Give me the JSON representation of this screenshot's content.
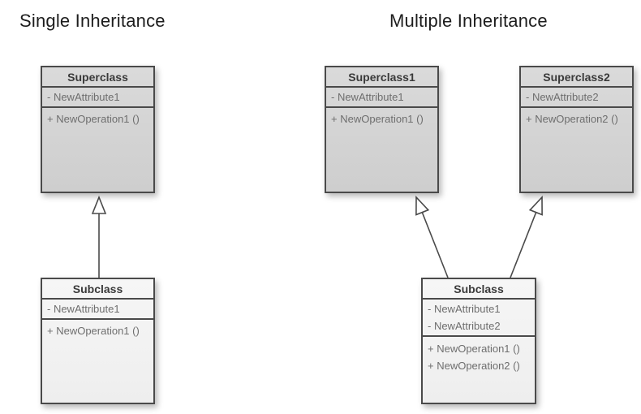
{
  "diagrams": [
    {
      "title": "Single Inheritance",
      "classes": [
        {
          "name": "Superclass",
          "attributes": [
            "- NewAttribute1"
          ],
          "operations": [
            "+ NewOperation1 ()"
          ]
        },
        {
          "name": "Subclass",
          "attributes": [
            "- NewAttribute1"
          ],
          "operations": [
            "+ NewOperation1 ()"
          ]
        }
      ],
      "relations": [
        {
          "type": "generalization",
          "from": "Subclass",
          "to": "Superclass"
        }
      ]
    },
    {
      "title": "Multiple Inheritance",
      "classes": [
        {
          "name": "Superclass1",
          "attributes": [
            "- NewAttribute1"
          ],
          "operations": [
            "+ NewOperation1 ()"
          ]
        },
        {
          "name": "Superclass2",
          "attributes": [
            "- NewAttribute2"
          ],
          "operations": [
            "+ NewOperation2 ()"
          ]
        },
        {
          "name": "Subclass",
          "attributes": [
            "- NewAttribute1",
            "- NewAttribute2"
          ],
          "operations": [
            "+ NewOperation1 ()",
            "+ NewOperation2 ()"
          ]
        }
      ],
      "relations": [
        {
          "type": "generalization",
          "from": "Subclass",
          "to": "Superclass1"
        },
        {
          "type": "generalization",
          "from": "Subclass",
          "to": "Superclass2"
        }
      ]
    }
  ],
  "colors": {
    "border": "#4a4a4a",
    "superclass_fill": "#d3d3d3",
    "subclass_fill": "#f2f2f2",
    "header_text": "#3a3a3a",
    "member_text": "#6e6e6e",
    "background": "#ffffff"
  }
}
